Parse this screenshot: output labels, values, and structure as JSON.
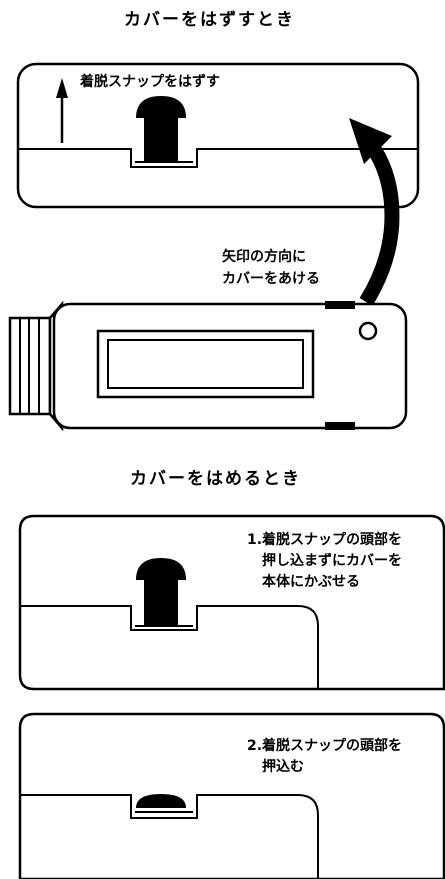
{
  "sections": {
    "remove": {
      "heading": "カバーをはずすとき",
      "snap_caption": "着脱スナップをはずす",
      "arrow_caption_line1": "矢印の方向に",
      "arrow_caption_line2": "カバーをあける"
    },
    "attach": {
      "heading": "カバーをはめるとき",
      "step1_line1": "1.着脱スナップの頭部を",
      "step1_line2": "押し込まずにカバーを",
      "step1_line3": "本体にかぶせる",
      "step2_line1": "2.着脱スナップの頭部を",
      "step2_line2": "押込む"
    }
  },
  "colors": {
    "ink": "#000000",
    "paper": "#ffffff"
  }
}
